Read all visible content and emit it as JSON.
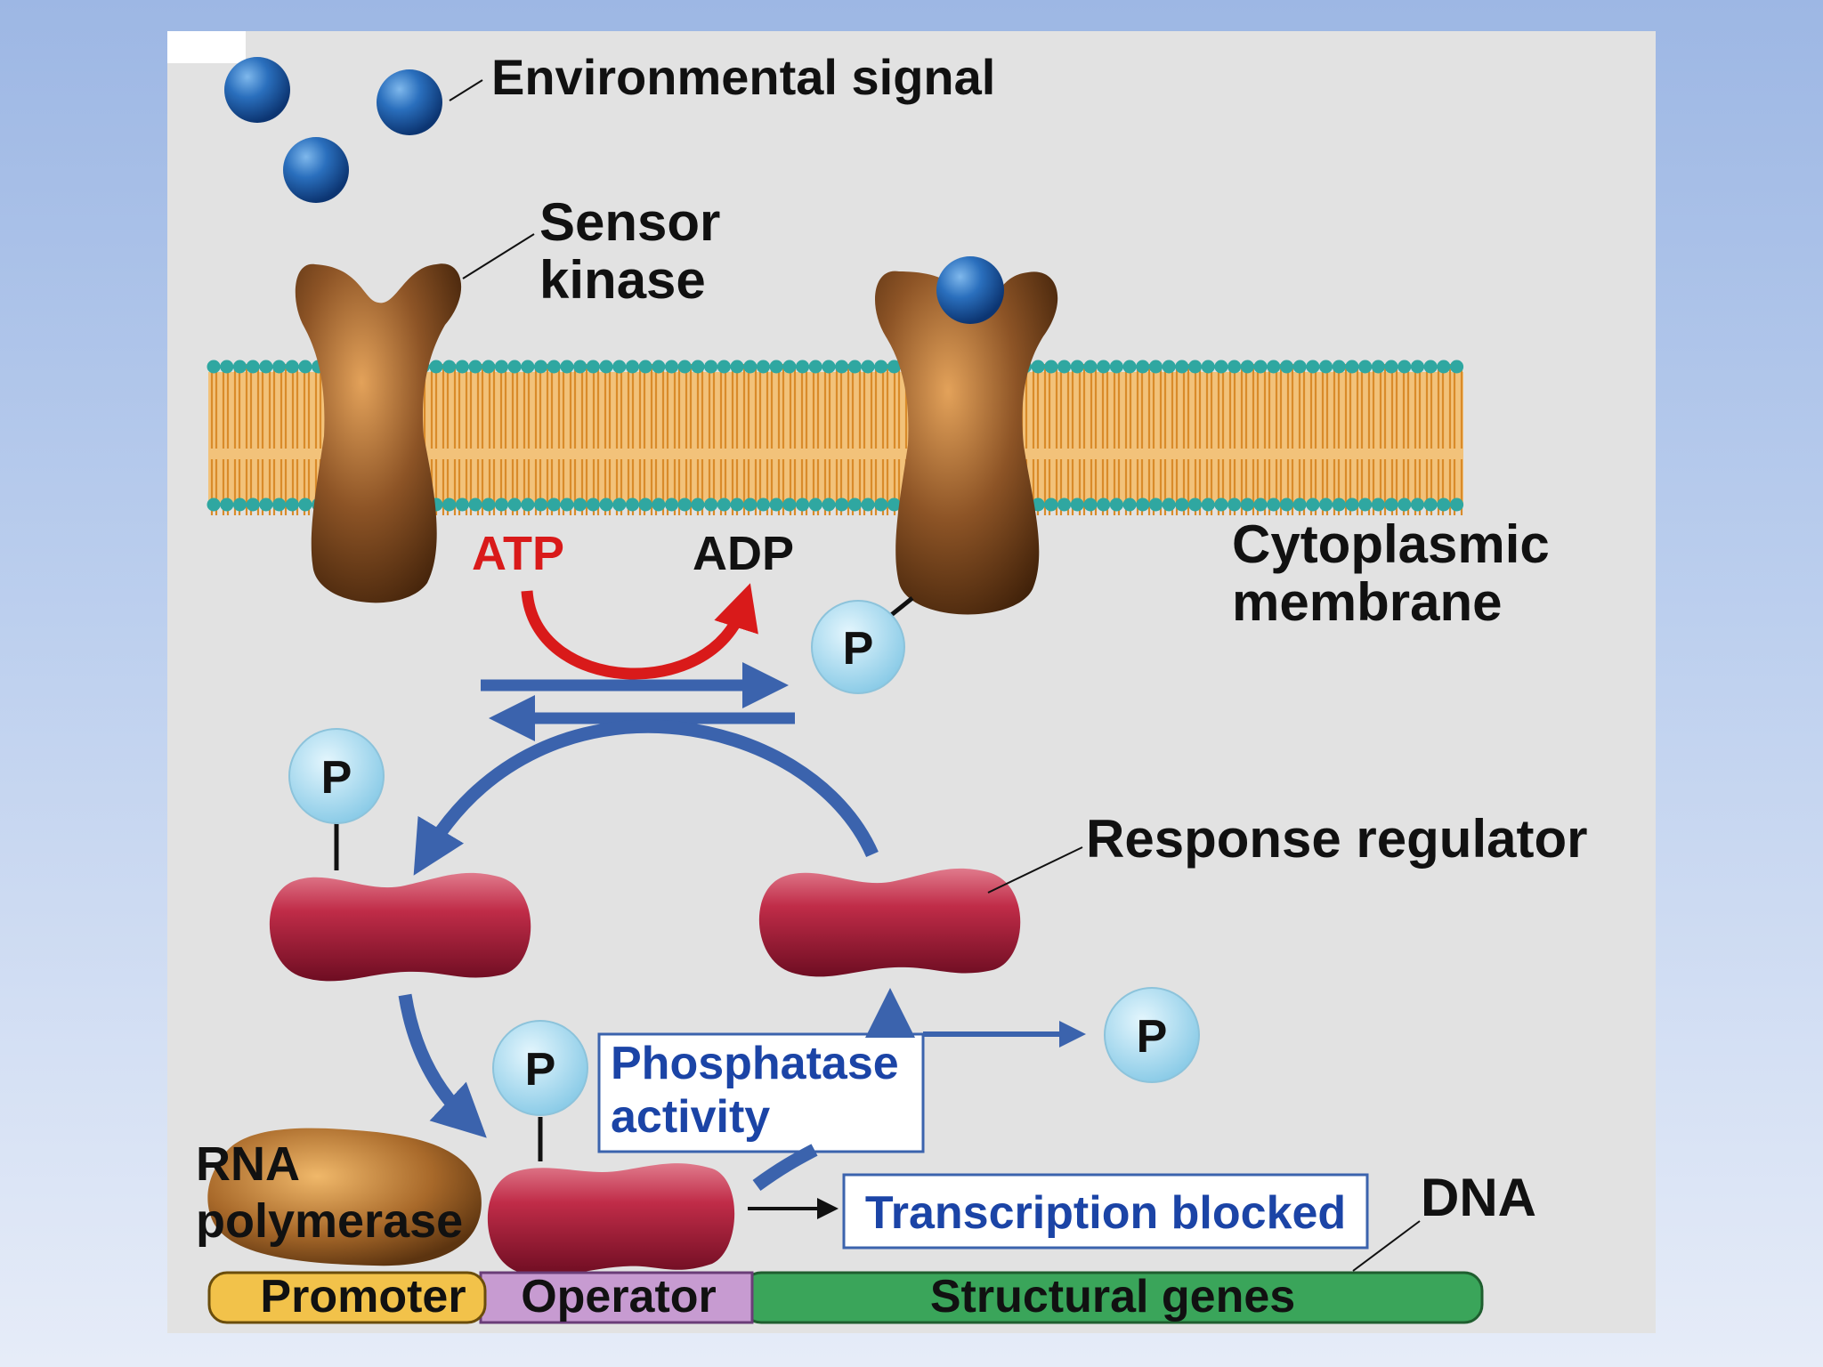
{
  "labels": {
    "environmental_signal": "Environmental signal",
    "sensor_kinase_line1": "Sensor",
    "sensor_kinase_line2": "kinase",
    "atp": "ATP",
    "adp": "ADP",
    "cytoplasmic_line1": "Cytoplasmic",
    "cytoplasmic_line2": "membrane",
    "response_regulator": "Response regulator",
    "phosphatase_line1": "Phosphatase",
    "phosphatase_line2": "activity",
    "transcription_blocked": "Transcription blocked",
    "rna_line1": "RNA",
    "rna_line2": "polymerase",
    "dna": "DNA",
    "phosphate": "P"
  },
  "dna_segments": {
    "promoter": "Promoter",
    "operator": "Operator",
    "structural_genes": "Structural genes"
  },
  "colors": {
    "kinase": "#8a5528",
    "regulator": "#b8253f",
    "arrow_blue": "#3b63ad",
    "atp_red": "#d91a1a",
    "phosphate": "#a9dcf0",
    "signal": "#1f5fa8",
    "membrane_tail": "#e8a43a",
    "membrane_head": "#2fa7a1",
    "promoter": "#f2c24a",
    "operator": "#c79bd1",
    "structural": "#3aa55a"
  }
}
